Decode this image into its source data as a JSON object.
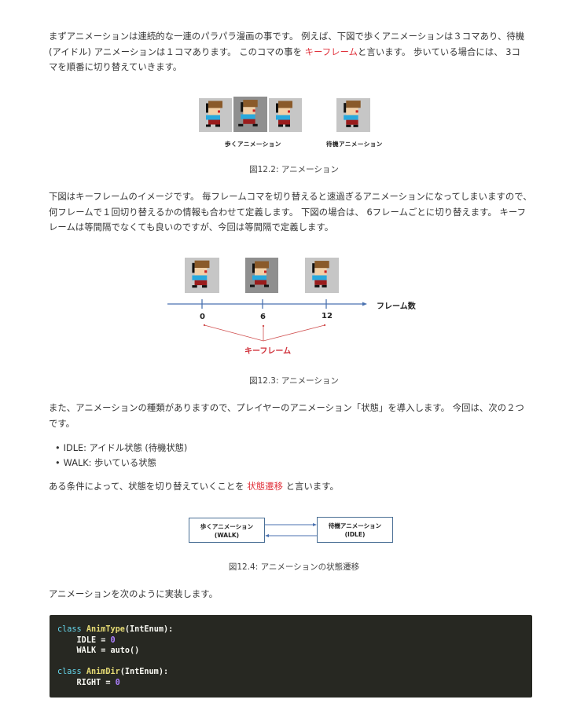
{
  "paragraphs": {
    "intro": {
      "line1": "まずアニメーションは連続的な一連のパラパラ漫画の事です。 例えば、下図で歩くアニメーションは３コマあり、待機",
      "line2_a": "(アイドル) アニメーションは１コマあります。 このコマの事を ",
      "line2_highlight": "キーフレーム",
      "line2_b": "と言います。 歩いている場合には、 3コ",
      "line3": "マを順番に切り替えていきます。"
    },
    "keyframe": {
      "line1": "下図はキーフレームのイメージです。 毎フレームコマを切り替えると速過ぎるアニメーションになってしまいますので、",
      "line2": "何フレームで１回切り替えるかの情報も合わせて定義します。 下図の場合は、 6フレームごとに切り替えます。 キーフ",
      "line3": "レームは等間隔でなくても良いのですが、今回は等間隔で定義します。"
    },
    "state": {
      "line1": "また、アニメーションの種類がありますので、プレイヤーのアニメーション「状態」を導入します。 今回は、次の２つ",
      "line2": "です。"
    },
    "transition": {
      "before": "ある条件によって、状態を切り替えていくことを ",
      "highlight": "状態遷移",
      "after": " と言います。"
    },
    "implement": "アニメーションを次のように実装します。"
  },
  "figures": {
    "fig1": {
      "walk_label": "歩くアニメーション",
      "idle_label": "待機アニメーション",
      "caption": "図12.2: アニメーション"
    },
    "fig2": {
      "axis_label": "フレーム数",
      "ticks": [
        "0",
        "6",
        "12"
      ],
      "keyframe_label": "キーフレーム",
      "caption": "図12.3: アニメーション"
    },
    "fig3": {
      "walk_box_line1": "歩くアニメーション",
      "walk_box_line2": "(WALK)",
      "idle_box_line1": "待機アニメーション",
      "idle_box_line2": "(IDLE)",
      "caption": "図12.4: アニメーションの状態遷移"
    }
  },
  "bullets": [
    "IDLE: アイドル状態 (待機状態)",
    "WALK: 歩いている状態"
  ],
  "code": {
    "lines": [
      {
        "kw": "class",
        "name": "AnimType",
        "rest": "(IntEnum):"
      },
      {
        "indent": "    ",
        "text": "IDLE = ",
        "num": "0"
      },
      {
        "indent": "    ",
        "text": "WALK = auto()"
      },
      {
        "blank": true
      },
      {
        "kw": "class",
        "name": "AnimDir",
        "rest": "(IntEnum):"
      },
      {
        "indent": "    ",
        "text": "RIGHT = ",
        "num": "0"
      }
    ]
  },
  "colors": {
    "highlight_red": "#e0303a",
    "axis_blue": "#4a72b0",
    "code_bg": "#272822"
  }
}
